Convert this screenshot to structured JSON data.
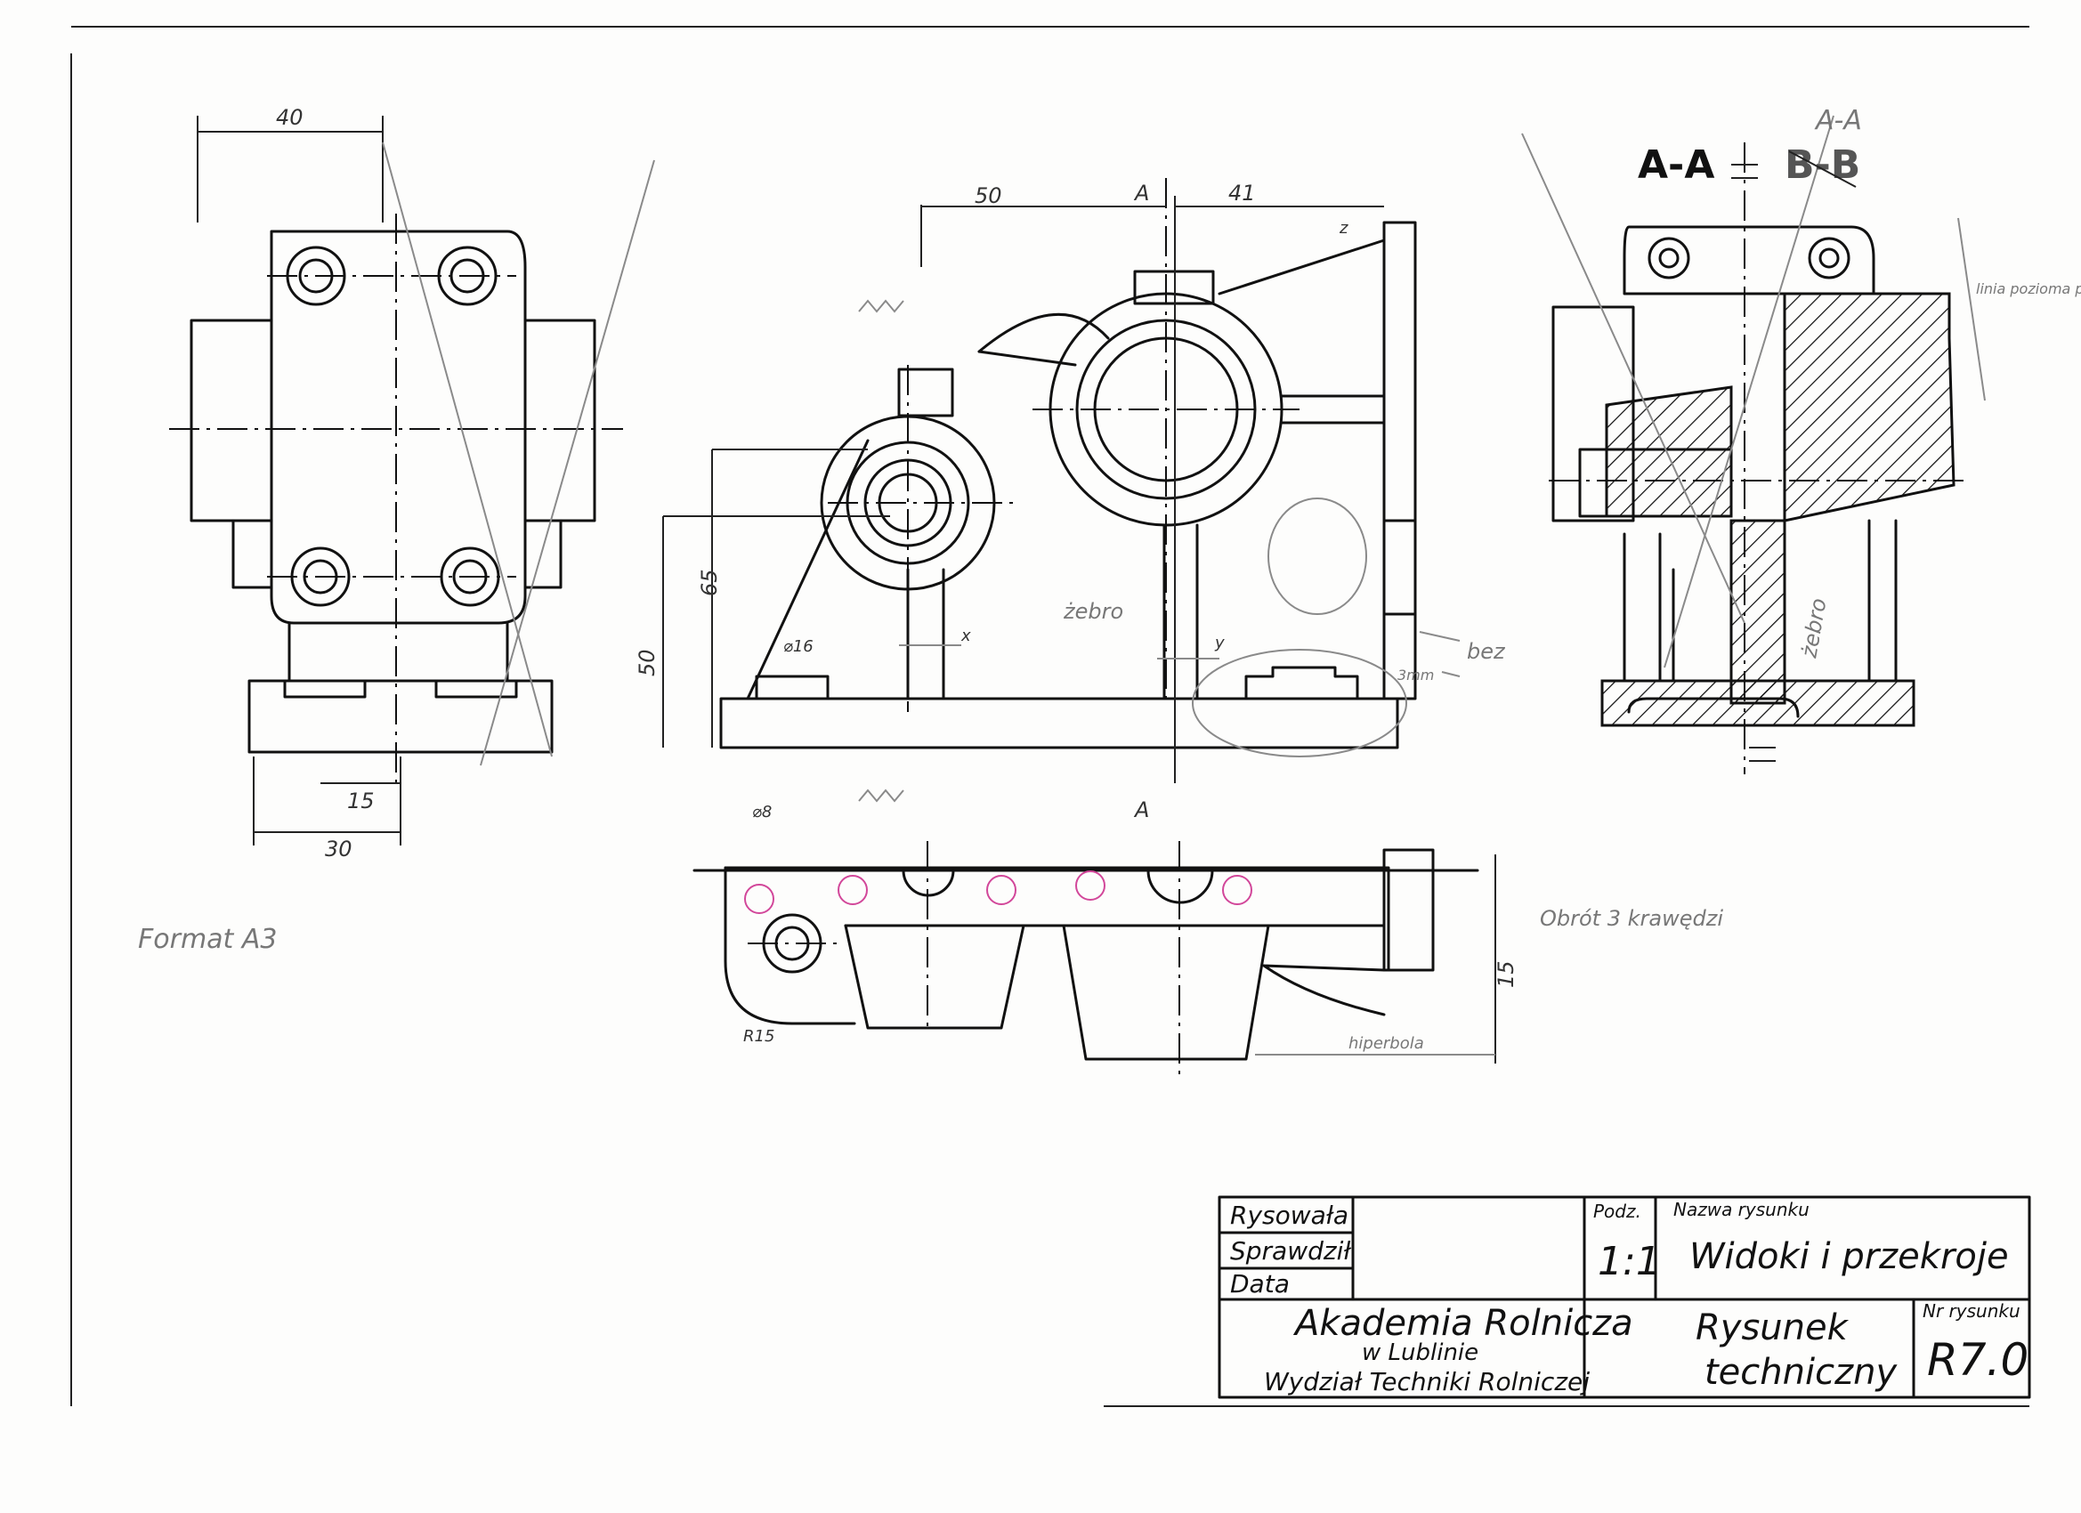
{
  "sections": {
    "main_label": "A-A",
    "struck_label": "B-B",
    "pencil_label": "A-A",
    "cut_mark_top": "A",
    "cut_mark_bottom": "A"
  },
  "dimensions": {
    "left_top": "40",
    "left_bottom_a": "15",
    "left_bottom_b": "30",
    "front_left": "50",
    "front_right": "41",
    "front_height_a": "65",
    "front_height_b": "50",
    "hole_dia": "⌀16",
    "bottom_hole_dia": "⌀8",
    "bottom_radius": "R15",
    "bottom_height": "15"
  },
  "pencil_notes": {
    "format": "Format A3",
    "obrot": "Obrót 3 krawędzi",
    "zebro_front": "żebro",
    "zebro_section": "żebro",
    "bez": "bez",
    "hiperbola": "hiperbola",
    "linia_note": "linia pozioma prawdz",
    "dim_3mm": "3mm",
    "mark_x": "x",
    "mark_y": "y",
    "mark_z": "z"
  },
  "title_block": {
    "drawn_label": "Rysowała",
    "checked_label": "Sprawdził",
    "date_label": "Data",
    "scale_label": "Podz.",
    "scale_value": "1:1",
    "drawing_name_label": "Nazwa rysunku",
    "drawing_name": "Widoki i przekroje",
    "institution_line1": "Akademia Rolnicza",
    "institution_line2": "w Lublinie",
    "institution_line3": "Wydział Techniki Rolniczej",
    "subject_line1": "Rysunek",
    "subject_line2": "techniczny",
    "drawing_no_label": "Nr rysunku",
    "drawing_no": "R7.0"
  }
}
